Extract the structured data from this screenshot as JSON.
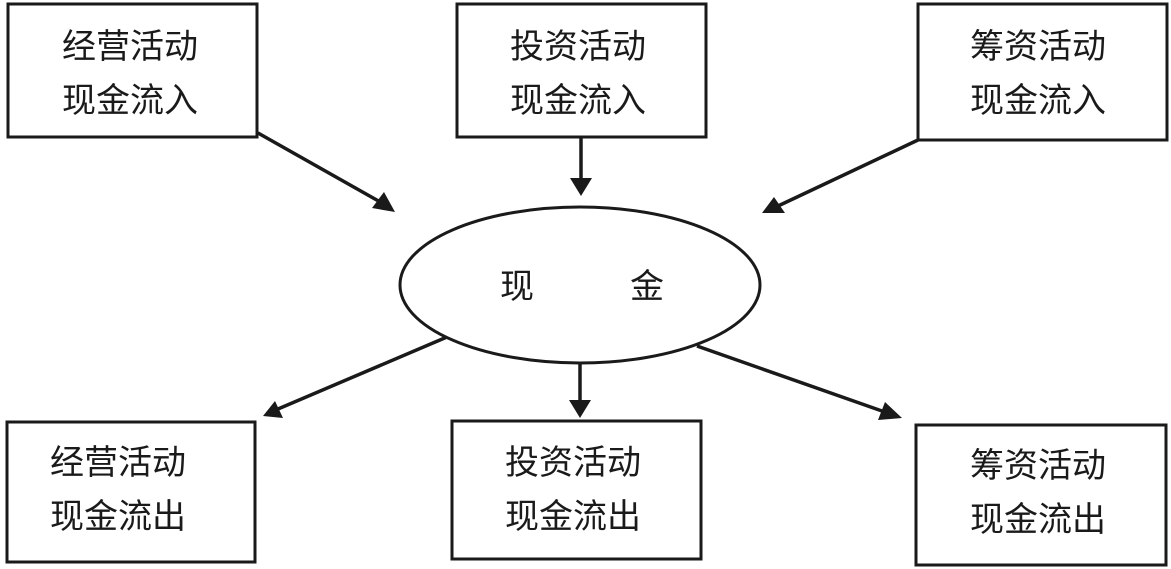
{
  "center": {
    "label": [
      "现",
      "金"
    ]
  },
  "inflows": [
    {
      "id": "operating-inflow",
      "lines": [
        "经营活动",
        "现金流入"
      ]
    },
    {
      "id": "investing-inflow",
      "lines": [
        "投资活动",
        "现金流入"
      ]
    },
    {
      "id": "financing-inflow",
      "lines": [
        "筹资活动",
        "现金流入"
      ]
    }
  ],
  "outflows": [
    {
      "id": "operating-outflow",
      "lines": [
        "经营活动",
        "现金流出"
      ]
    },
    {
      "id": "investing-outflow",
      "lines": [
        "投资活动",
        "现金流出"
      ]
    },
    {
      "id": "financing-outflow",
      "lines": [
        "筹资活动",
        "现金流出"
      ]
    }
  ],
  "colors": {
    "stroke": "#1a1a1a",
    "background": "#ffffff"
  }
}
